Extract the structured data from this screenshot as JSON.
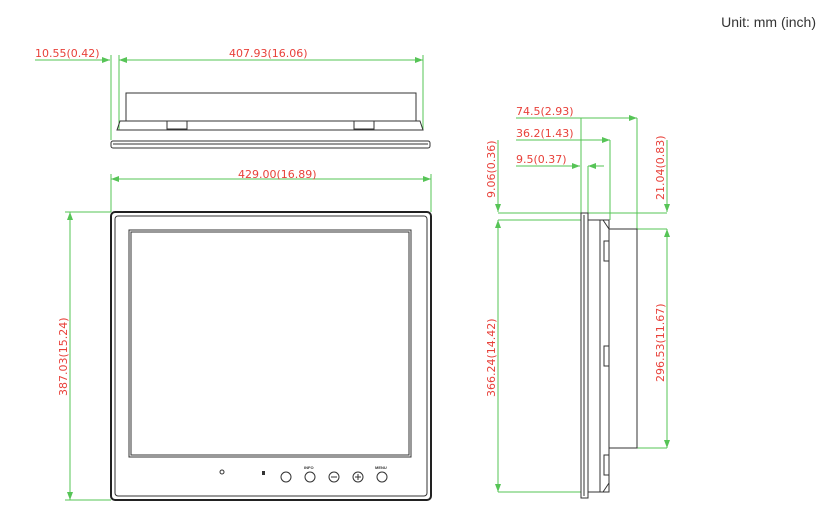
{
  "unit_label": "Unit: mm (inch)",
  "top_view": {
    "bezel_depth": "10.55(0.42)",
    "rear_width": "407.93(16.06)"
  },
  "front_view": {
    "width": "429.00(16.89)",
    "height": "387.03(15.24)",
    "buttons": [
      "INFO",
      "MENU"
    ]
  },
  "side_view": {
    "total_depth": "74.5(2.93)",
    "mid_depth": "36.2(1.43)",
    "front_depth": "9.5(0.37)",
    "top_offset_front": "9.06(0.36)",
    "top_offset_rear": "21.04(0.83)",
    "mid_height": "366.24(14.42)",
    "rear_height": "296.53(11.67)"
  }
}
